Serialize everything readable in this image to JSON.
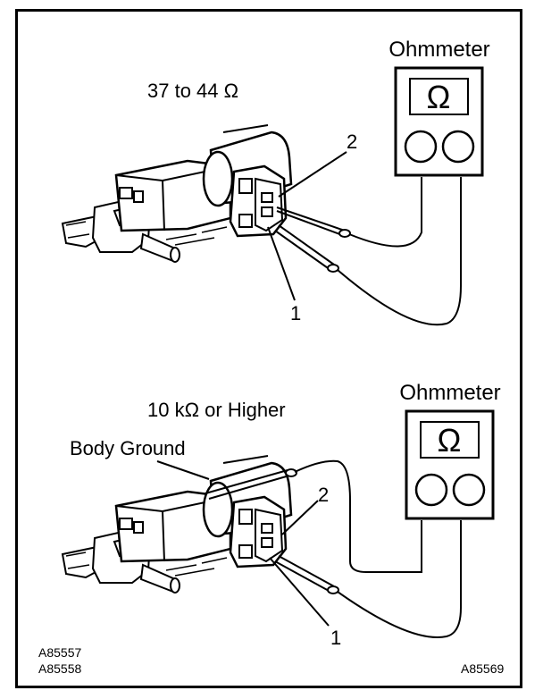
{
  "upper": {
    "meter_title": "Ohmmeter",
    "meter_symbol": "Ω",
    "spec": "37 to 44 Ω",
    "terminal_2": "2",
    "terminal_1": "1"
  },
  "lower": {
    "meter_title": "Ohmmeter",
    "meter_symbol": "Ω",
    "spec": "10 kΩ or Higher",
    "ground_label": "Body Ground",
    "terminal_2": "2",
    "terminal_1": "1"
  },
  "codes": {
    "left_top": "A85557",
    "left_bottom": "A85558",
    "right": "A85569"
  }
}
